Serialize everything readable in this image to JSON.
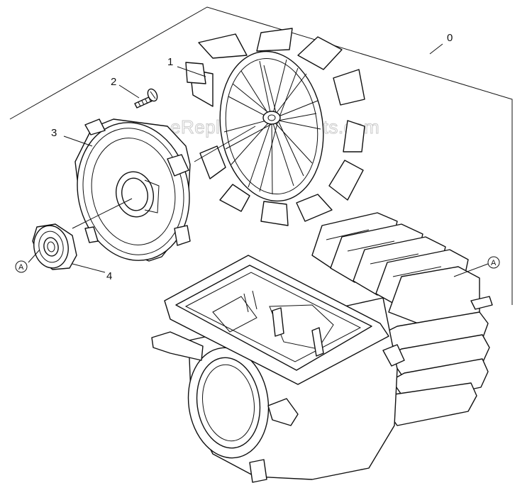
{
  "watermark": "eReplacementParts.com",
  "callouts": {
    "assembly": "0",
    "fan": "1",
    "screw": "2",
    "end_shield": "3",
    "bearing": "4"
  },
  "reference_markers": {
    "bearing_ref": "A",
    "housing_ref": "A"
  }
}
